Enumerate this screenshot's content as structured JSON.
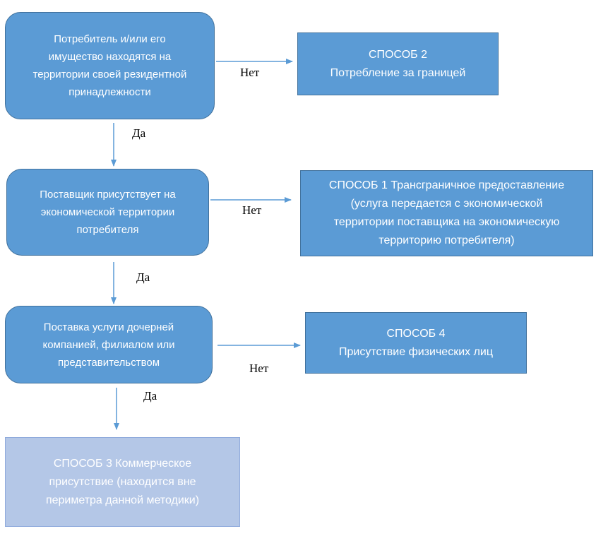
{
  "decisions": [
    {
      "text": "Потребитель и/или его\nимущество находятся на\nтерритории своей резидентной\nпринадлежности"
    },
    {
      "text": "Поставщик присутствует на\nэкономической территории\nпотребителя"
    },
    {
      "text": "Поставка услуги дочерней\nкомпанией, филиалом или\nпредставительством"
    }
  ],
  "outcomes": [
    {
      "text": "СПОСОБ 2\nПотребление за границей"
    },
    {
      "text": "СПОСОБ 1 Трансграничное предоставление\n(услуга передается с экономической\nтерритории поставщика на экономическую\nтерриторию потребителя)"
    },
    {
      "text": "СПОСОБ 4\nПрисутствие физических лиц"
    },
    {
      "text": "СПОСОБ 3 Коммерческое\nприсутствие (находится вне\nпериметра данной методики)"
    }
  ],
  "labels": {
    "no": "Нет",
    "yes": "Да"
  },
  "colors": {
    "box_fill": "#5b9bd5",
    "box_border": "#41719c",
    "muted_fill": "#b4c7e7",
    "arrow": "#5b9bd5"
  }
}
